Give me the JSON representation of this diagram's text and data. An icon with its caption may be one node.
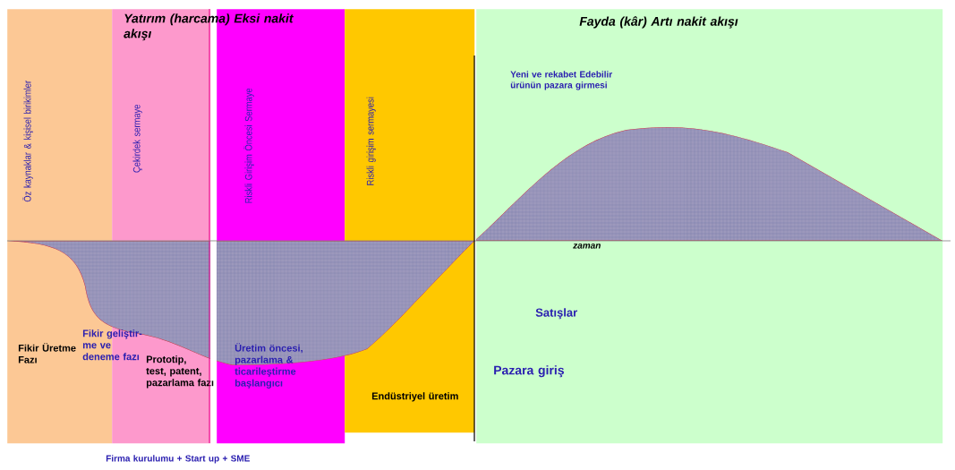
{
  "diagram": {
    "nodes": [
      {
        "text": [
          "Öz kaynaklar & kişisel birikimler",
          "Fikir Üretme Fazı"
        ]
      },
      {
        "text": [
          "Çekirdek sermaye",
          "Prototip, test, patent, pazarlama fazı"
        ]
      },
      {
        "text": [
          "Riskli Girişim Öncesi Sermaye",
          "Üretim öncesi, pazarlama & ticarileştirme başlangıcı"
        ]
      },
      {
        "text": [
          "Riskli girişim sermayesi",
          "Endüstriyel üretim"
        ]
      },
      {
        "text": [
          "Fayda (kâr) Artı nakit akışı",
          "Yeni ve rekabet Edebilir ürünün pazara girmesi",
          "Satışlar",
          "Pazara giriş"
        ]
      }
    ],
    "edges": [],
    "labels": [
      "Yatırım (harcama) Eksi nakit akışı",
      "Fikir geliştir- me ve deneme fazı",
      "zaman",
      "Firma kurulumu + Start up + SME"
    ]
  }
}
